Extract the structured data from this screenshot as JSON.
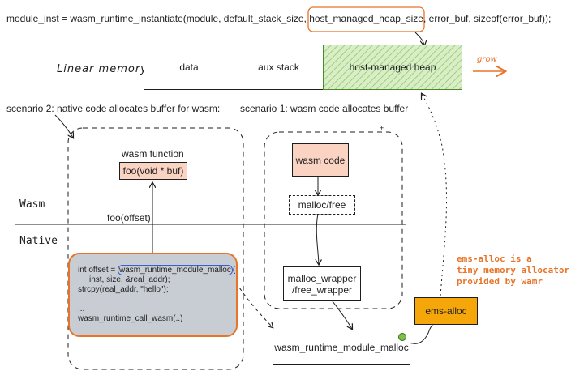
{
  "code_line": {
    "prefix": "module_inst = wasm_runtime_instantiate(module, default_stack_size, ",
    "highlight": "host_managed_heap_size,",
    "suffix": " error_buf, sizeof(error_buf));"
  },
  "linear_memory": {
    "label": "Linear memory",
    "segments": [
      "data",
      "aux stack",
      "host-managed heap"
    ],
    "grow_label": "grow"
  },
  "scenario2": {
    "caption": "scenario 2: native code allocates buffer for wasm:"
  },
  "scenario1": {
    "caption": "scenario 1: wasm code allocates buffer"
  },
  "layers": {
    "wasm": "Wasm",
    "native": "Native"
  },
  "wasm_function": {
    "title": "wasm function",
    "signature": "foo(void * buf)",
    "call": "foo(offset)"
  },
  "native_code": {
    "line1_prefix": "int offset = ",
    "line1_call": "wasm_runtime_module_malloc",
    "line1_suffix": "(",
    "line2": "inst, size, &real_addr);",
    "line3": "strcpy(real_addr, \"hello\");",
    "line4": "...",
    "line5": "wasm_runtime_call_wasm(..)"
  },
  "wasm_side": {
    "wasm_code": "wasm code",
    "malloc_free": "malloc/free",
    "wrapper_line1": "malloc_wrapper",
    "wrapper_line2": "/free_wrapper"
  },
  "module_malloc": "wasm_runtime_module_malloc",
  "ems_alloc": {
    "label": "ems-alloc",
    "note_line1": "ems-alloc is a",
    "note_line2": "tiny memory allocator",
    "note_line3": "provided by wamr"
  },
  "colors": {
    "heap_fill": "#d8efc4",
    "heap_border": "#4a8a2c",
    "orange": "#e8742a",
    "peach": "#fbd3c2",
    "native_fill": "#c8cdd4",
    "ems_fill": "#f5a70a",
    "blue": "#3a5cd6"
  }
}
